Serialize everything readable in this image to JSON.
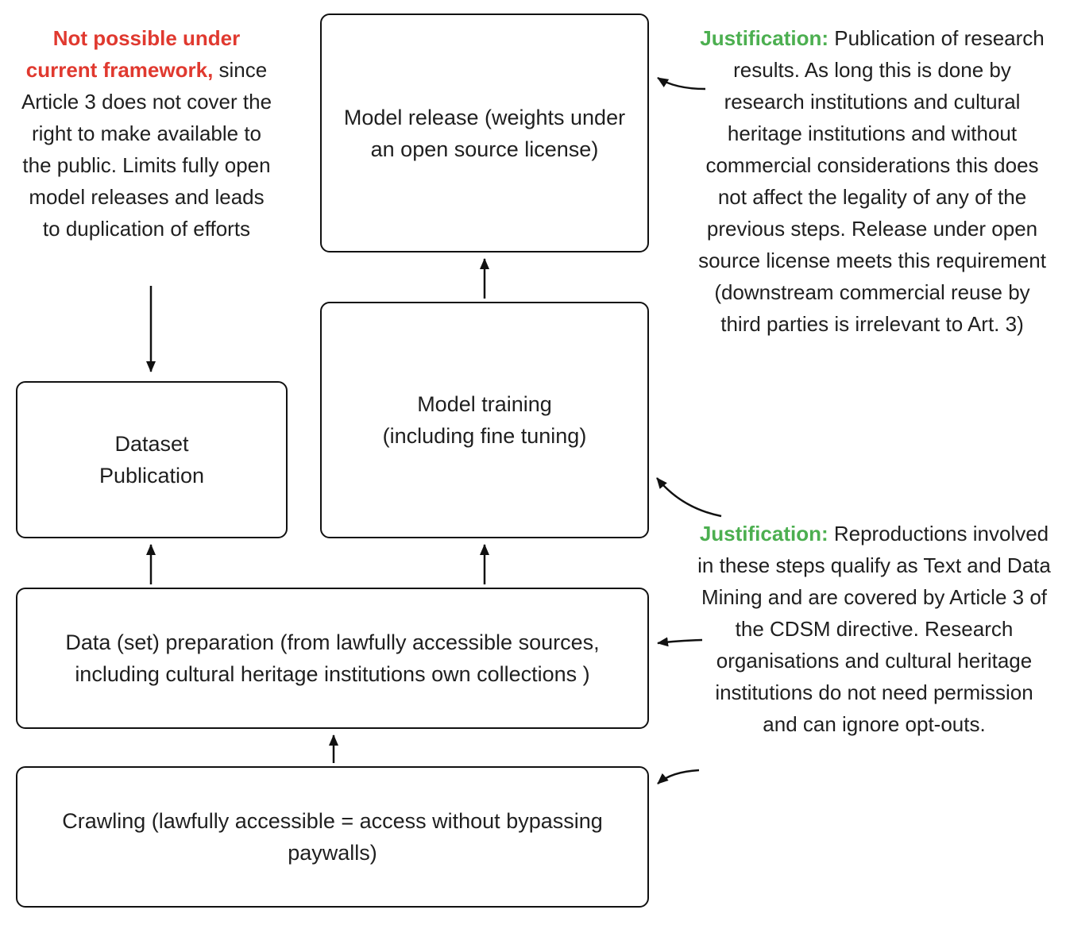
{
  "diagram": {
    "colors": {
      "red_accent": "#e0392f",
      "green_accent": "#4caf50",
      "text": "#1f1f1f",
      "box_border": "#111111",
      "background": "#ffffff"
    },
    "boxes": {
      "model_release": {
        "label": "Model release (weights under\nan open source license)"
      },
      "model_training": {
        "label": "Model training\n(including fine tuning)"
      },
      "dataset_publication": {
        "label": "Dataset\nPublication"
      },
      "data_preparation": {
        "label": "Data (set) preparation (from lawfully accessible sources,\nincluding cultural heritage institutions own collections )"
      },
      "crawling": {
        "label": "Crawling (lawfully accessible = access without bypassing\npaywalls)"
      }
    },
    "annotations": {
      "not_possible": {
        "lead": "Not possible under current framework,",
        "body": " since Article 3 does not cover the right to make available to the public. Limits fully open model releases and leads to duplication of efforts"
      },
      "justification_release": {
        "lead": "Justification:",
        "body": " Publication of research results. As long this is done by research institutions and cultural heritage institutions and without commercial considerations this does not affect the legality of any of the previous steps. Release under open source license meets this requirement (downstream commercial reuse by third parties is irrelevant to Art. 3)"
      },
      "justification_tdm": {
        "lead": "Justification:",
        "body": " Reproductions involved in these steps qualify as Text and Data Mining and are covered by Article 3 of the CDSM directive. Research organisations and cultural heritage institutions do not need permission and can ignore opt-outs."
      }
    }
  }
}
